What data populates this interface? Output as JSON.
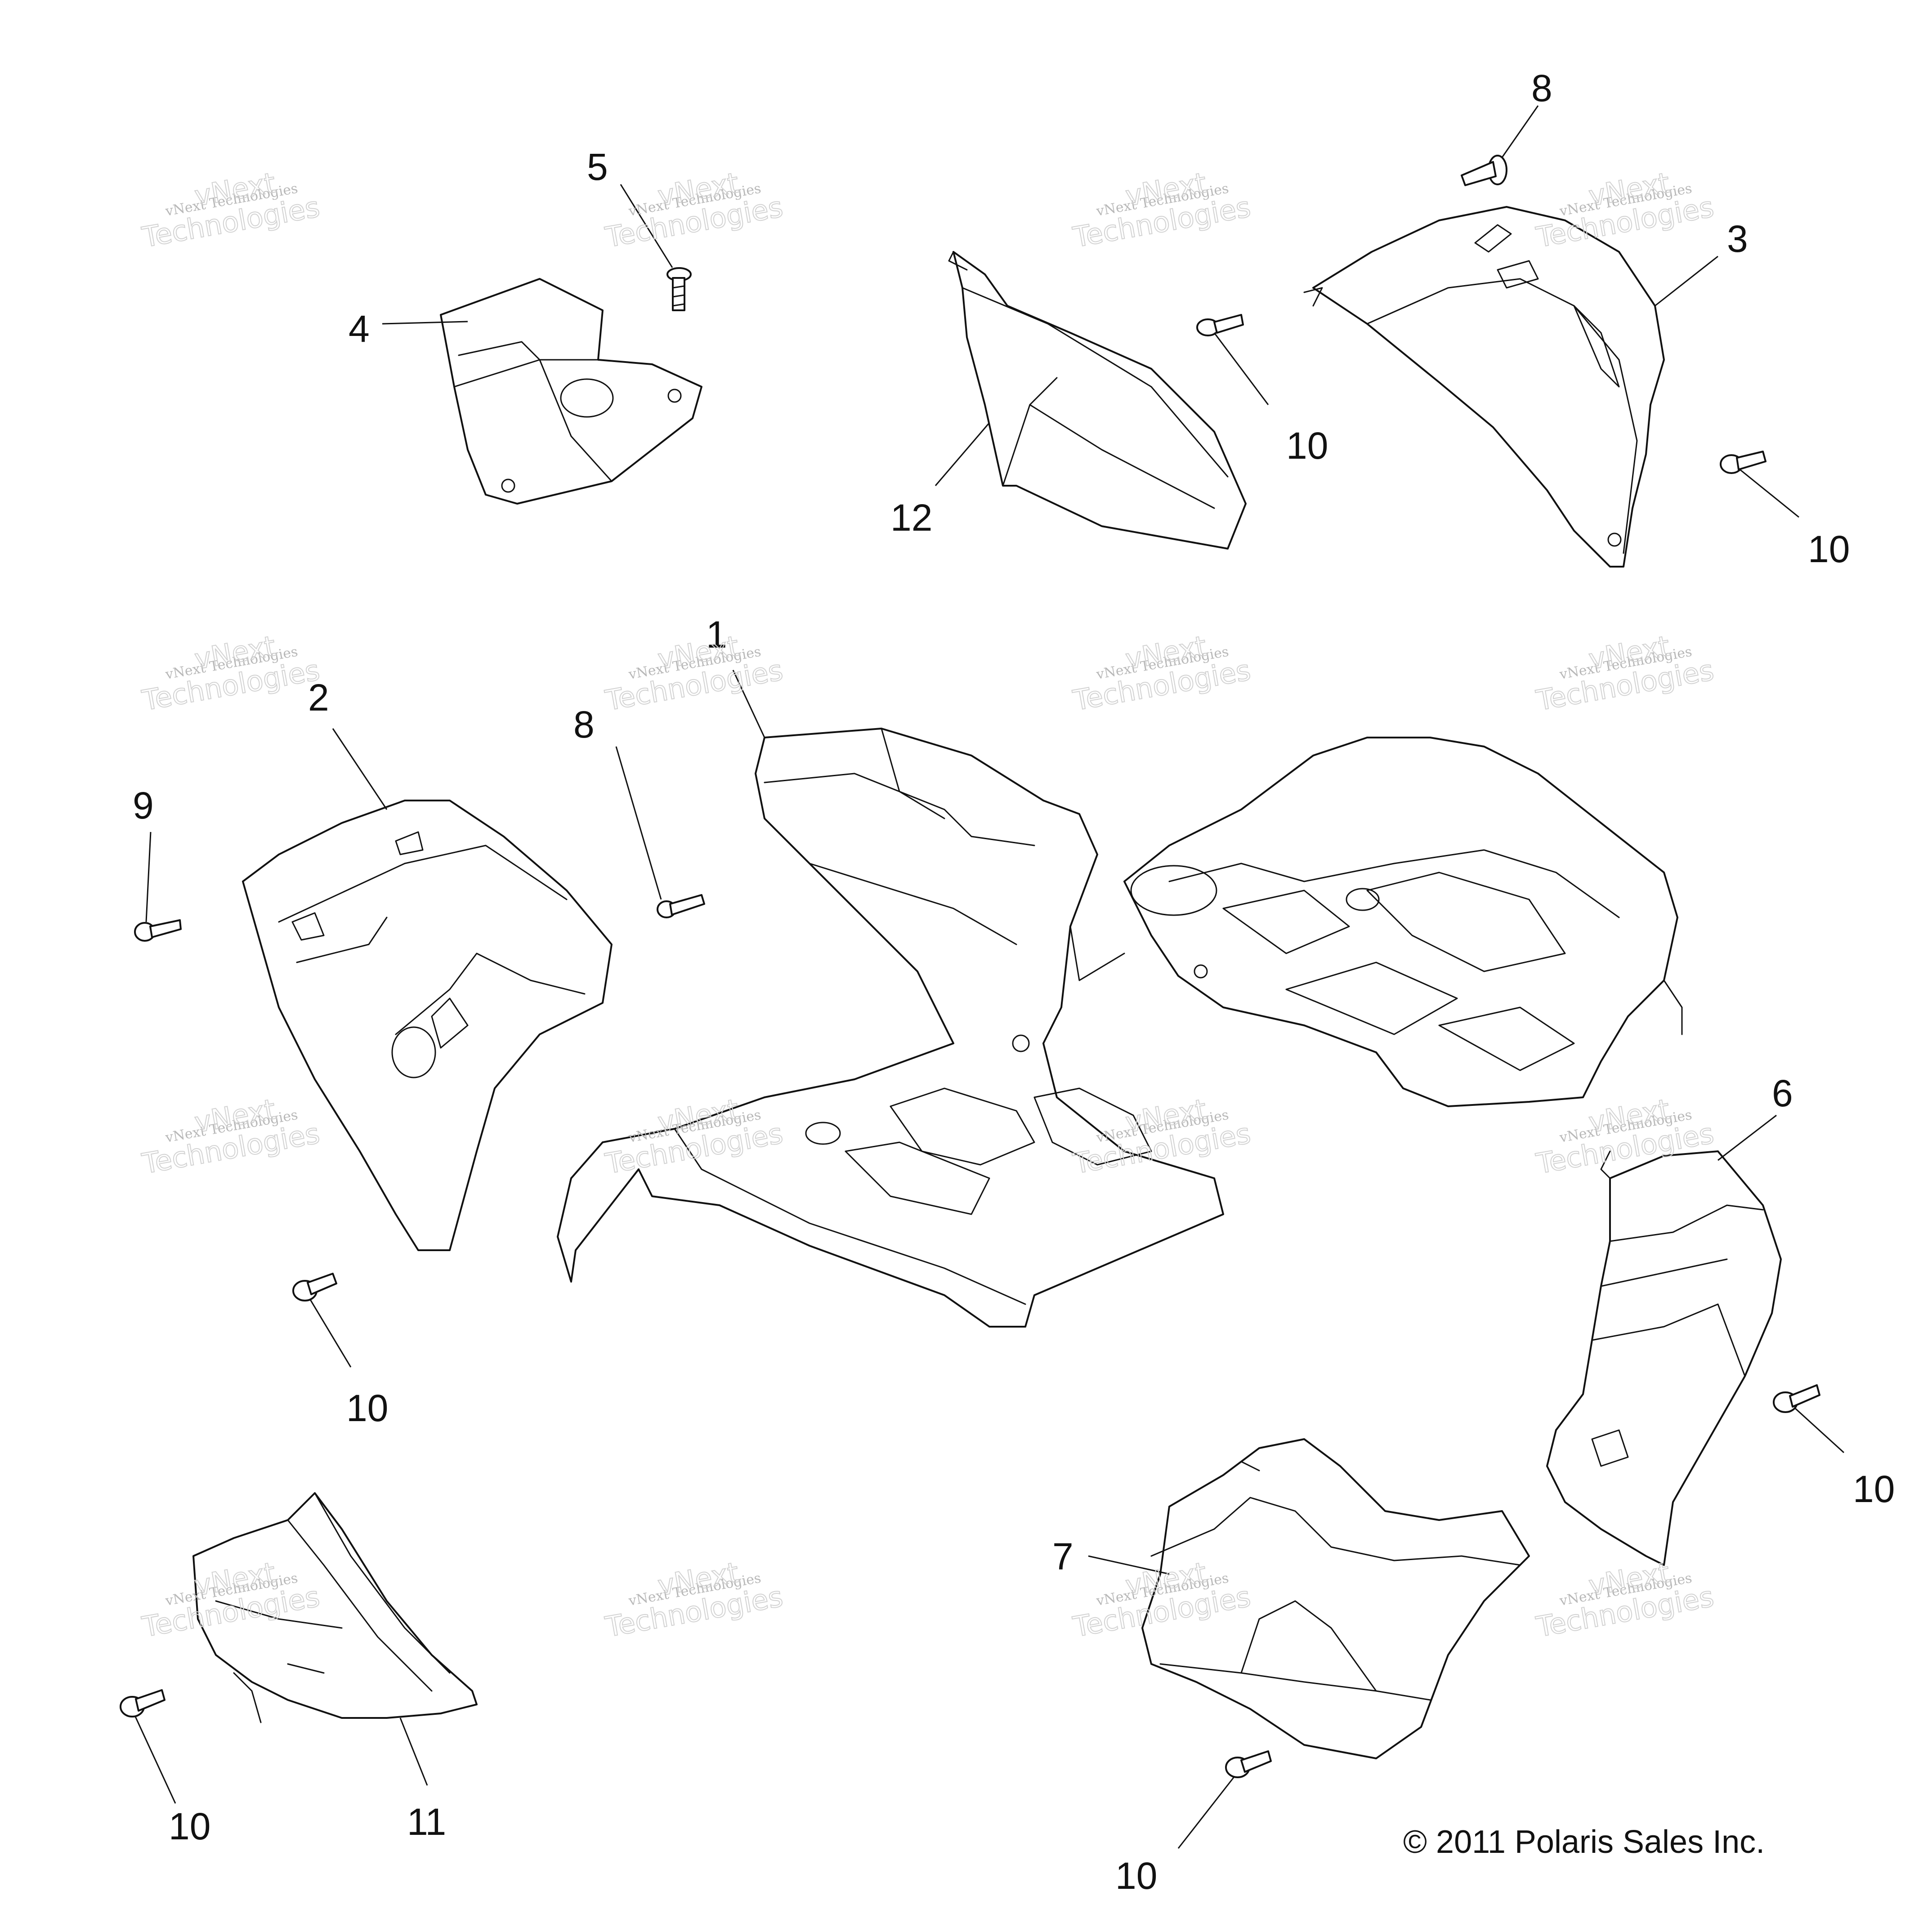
{
  "callouts": [
    {
      "label": "1"
    },
    {
      "label": "2"
    },
    {
      "label": "3"
    },
    {
      "label": "4"
    },
    {
      "label": "5"
    },
    {
      "label": "6"
    },
    {
      "label": "7"
    },
    {
      "label": "8"
    },
    {
      "label": "8"
    },
    {
      "label": "9"
    },
    {
      "label": "10"
    },
    {
      "label": "10"
    },
    {
      "label": "10"
    },
    {
      "label": "10"
    },
    {
      "label": "10"
    },
    {
      "label": "10"
    },
    {
      "label": "11"
    },
    {
      "label": "12"
    }
  ],
  "watermark": {
    "line1": "vNext Technologies",
    "line2": "vNext",
    "line3": "Technologies"
  },
  "copyright": "© 2011 Polaris Sales Inc."
}
